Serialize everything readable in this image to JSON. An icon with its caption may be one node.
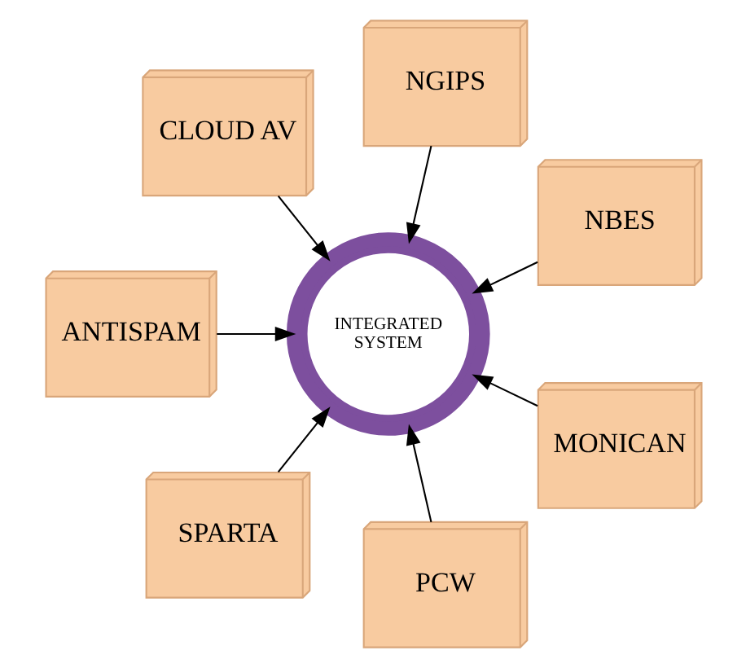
{
  "diagram": {
    "nodes": [
      {
        "text": [
          "NBES"
        ]
      },
      {
        "text": [
          "NGIPS"
        ]
      },
      {
        "text": [
          "CLOUD AV"
        ]
      },
      {
        "text": [
          "INTEGRATED SYSTEM"
        ]
      },
      {
        "text": [
          "ANTISPAM"
        ]
      },
      {
        "text": [
          "SPARTA"
        ]
      },
      {
        "text": [
          "PCW"
        ]
      },
      {
        "text": [
          "MONICAN"
        ]
      }
    ],
    "edges": [
      {
        "from": 0,
        "to": 3,
        "arrow": "to"
      },
      {
        "from": 1,
        "to": 3,
        "arrow": "to"
      },
      {
        "from": 2,
        "to": 3,
        "arrow": "to"
      },
      {
        "from": 4,
        "to": 3,
        "arrow": "to"
      },
      {
        "from": 5,
        "to": 3,
        "arrow": "to"
      },
      {
        "from": 6,
        "to": 3,
        "arrow": "to"
      },
      {
        "from": 7,
        "to": 3,
        "arrow": "to"
      }
    ]
  }
}
